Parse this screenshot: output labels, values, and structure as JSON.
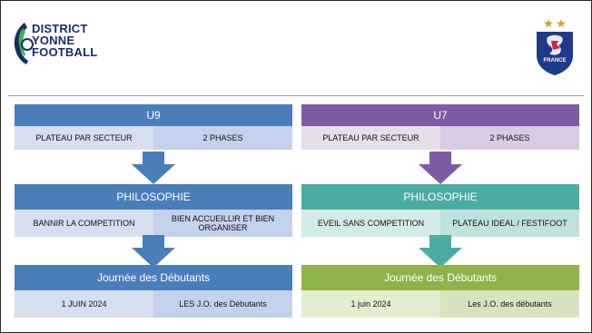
{
  "logo": {
    "line1": "DISTRICT",
    "line2": "YONNE",
    "line3": "FOOTBALL"
  },
  "crest": {
    "label": "FRANCE",
    "icon": "fff-crest-icon"
  },
  "colors": {
    "u9_bar": "#4a7ebb",
    "u9_cell_a": "#d5dff0",
    "u9_cell_b": "#c3d2ea",
    "u7_bar": "#7e5ca3",
    "u7_cell_a": "#e6dded",
    "u7_cell_b": "#d9cbe4",
    "teal_bar": "#4baca3",
    "teal_cell_a": "#d3ebe8",
    "teal_cell_b": "#c0e2dd",
    "green_bar": "#8fb24a",
    "green_cell_a": "#e3edd2",
    "green_cell_b": "#d6e4bd"
  },
  "u9": {
    "title": "U9",
    "row1": [
      "PLATEAU PAR SECTEUR",
      "2 PHASES"
    ],
    "philosophy": "PHILOSOPHIE",
    "row2": [
      "BANNIR LA  COMPETITION",
      "BIEN ACCUEILLIR ET BIEN ORGANISER"
    ],
    "event": "Journée des Débutants",
    "row3": [
      "1 JUIN 2024",
      "LES J.O. des Débutants"
    ]
  },
  "u7": {
    "title": "U7",
    "row1": [
      "PLATEAU PAR SECTEUR",
      "2 PHASES"
    ],
    "philosophy": "PHILOSOPHIE",
    "row2": [
      "EVEIL SANS COMPETITION",
      "PLATEAU IDEAL / FESTIFOOT"
    ],
    "event": "Journée des Débutants",
    "row3": [
      "1 juin 2024",
      "Les J.O. des débutants"
    ]
  }
}
